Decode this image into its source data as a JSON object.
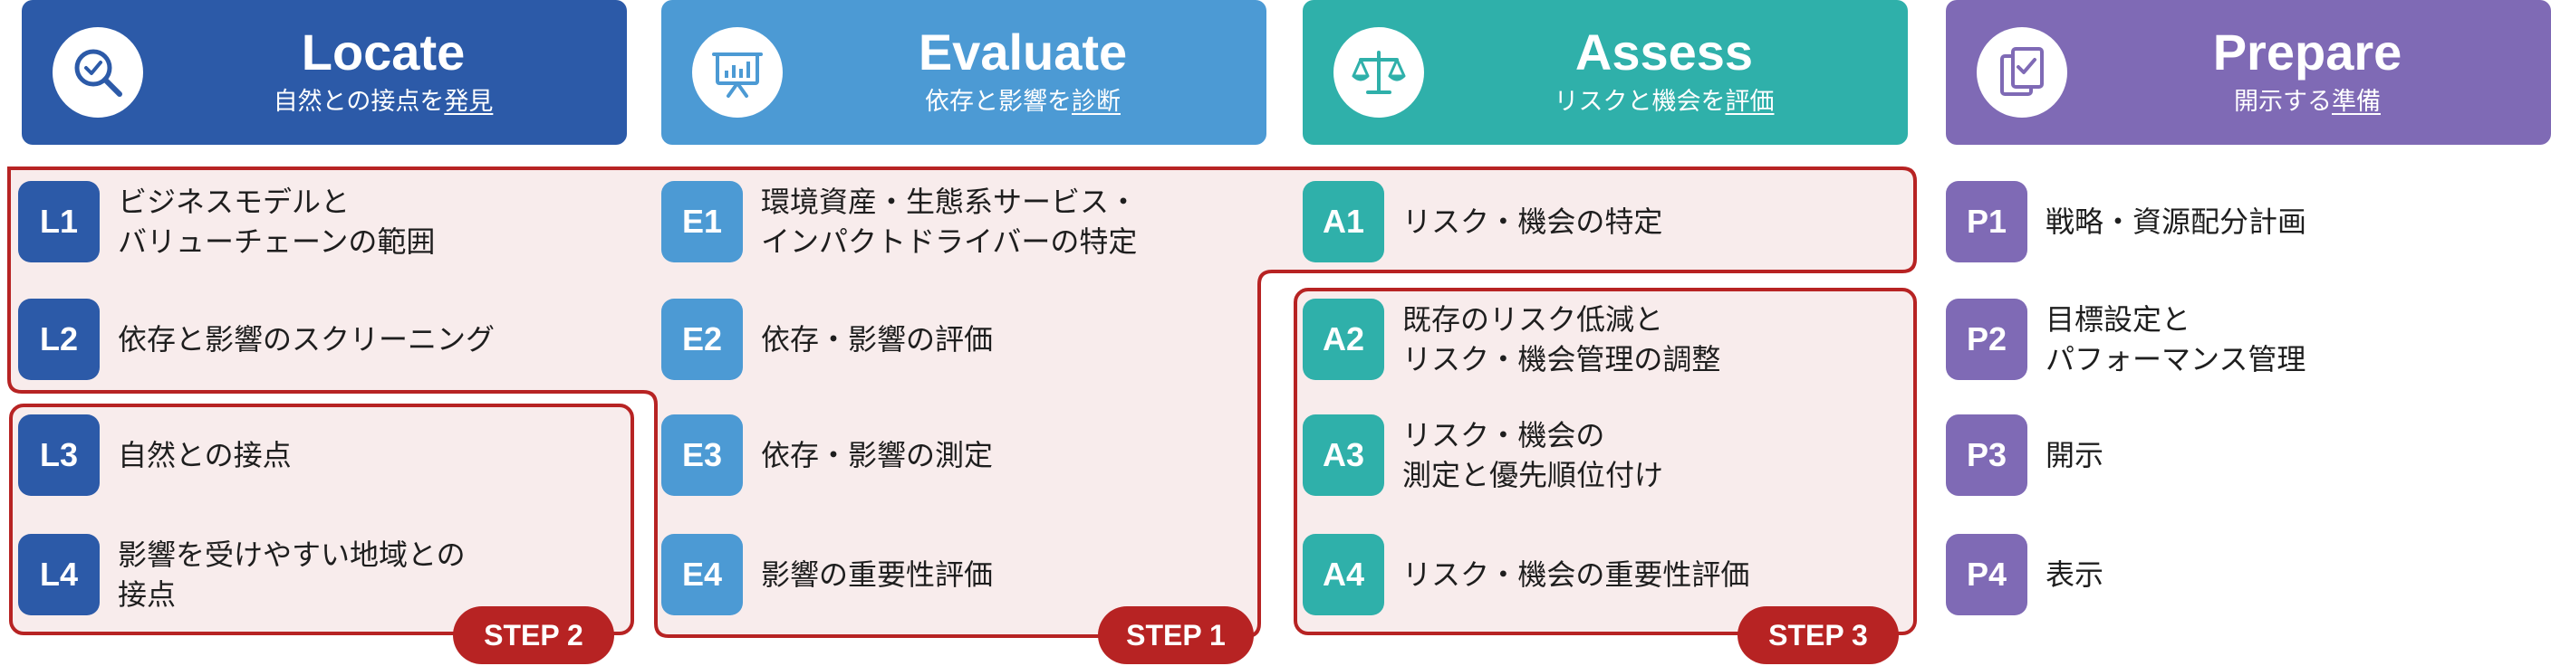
{
  "colors": {
    "locate": "#2c5aa8",
    "evaluate": "#4c9ad4",
    "assess": "#2fb0aa",
    "prepare": "#7f6ab5",
    "step": "#b72323",
    "zone_fill": "#f8ecec"
  },
  "columns": [
    {
      "title": "Locate",
      "subtitle_pre": "自然との接点を",
      "subtitle_em": "発見",
      "icon": "search-icon",
      "items": [
        {
          "code": "L1",
          "text": "ビジネスモデルと\nバリューチェーンの範囲"
        },
        {
          "code": "L2",
          "text": "依存と影響のスクリーニング"
        },
        {
          "code": "L3",
          "text": "自然との接点"
        },
        {
          "code": "L4",
          "text": "影響を受けやすい地域との\n接点"
        }
      ]
    },
    {
      "title": "Evaluate",
      "subtitle_pre": "依存と影響を",
      "subtitle_em": "診断",
      "icon": "presentation-chart-icon",
      "items": [
        {
          "code": "E1",
          "text": "環境資産・生態系サービス・\nインパクトドライバーの特定"
        },
        {
          "code": "E2",
          "text": "依存・影響の評価"
        },
        {
          "code": "E3",
          "text": "依存・影響の測定"
        },
        {
          "code": "E4",
          "text": "影響の重要性評価"
        }
      ]
    },
    {
      "title": "Assess",
      "subtitle_pre": "リスクと機会を",
      "subtitle_em": "評価",
      "icon": "balance-scale-icon",
      "items": [
        {
          "code": "A1",
          "text": "リスク・機会の特定"
        },
        {
          "code": "A2",
          "text": "既存のリスク低減と\nリスク・機会管理の調整"
        },
        {
          "code": "A3",
          "text": "リスク・機会の\n測定と優先順位付け"
        },
        {
          "code": "A4",
          "text": "リスク・機会の重要性評価"
        }
      ]
    },
    {
      "title": "Prepare",
      "subtitle_pre": "開示する",
      "subtitle_em": "準備",
      "icon": "clipboard-icon",
      "items": [
        {
          "code": "P1",
          "text": "戦略・資源配分計画"
        },
        {
          "code": "P2",
          "text": "目標設定と\nパフォーマンス管理"
        },
        {
          "code": "P3",
          "text": "開示"
        },
        {
          "code": "P4",
          "text": "表示"
        }
      ]
    }
  ],
  "steps": {
    "step1": "STEP 1",
    "step2": "STEP 2",
    "step3": "STEP 3"
  }
}
